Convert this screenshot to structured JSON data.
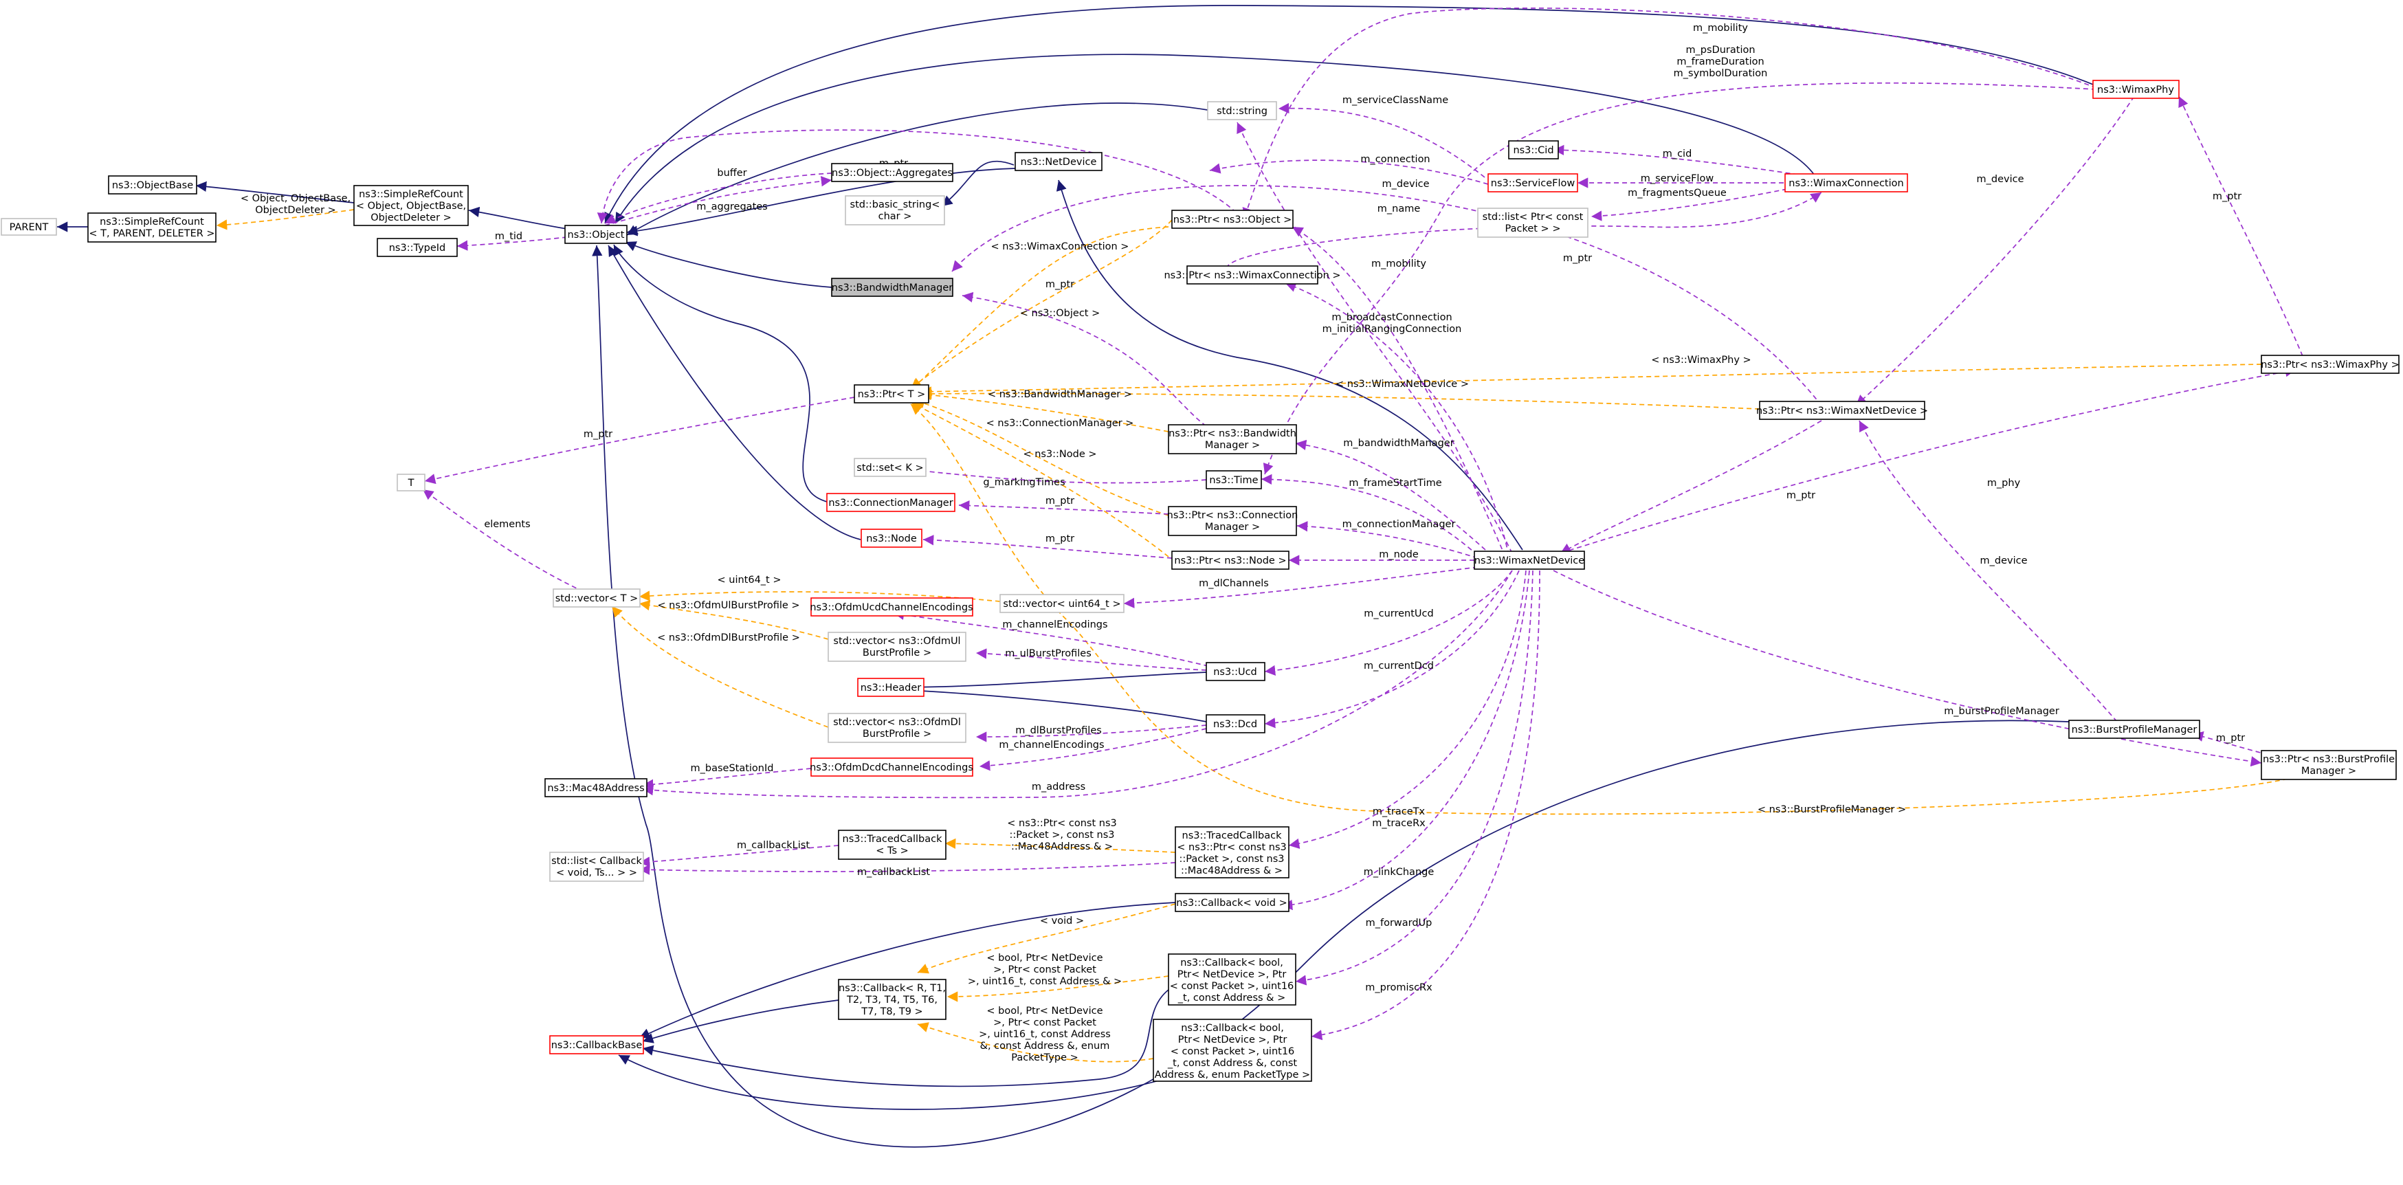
{
  "diagram": {
    "nodes": {
      "parent": "PARENT",
      "objectbase": "ns3::ObjectBase",
      "srctpl": [
        "ns3::SimpleRefCount",
        "< T, PARENT, DELETER >"
      ],
      "srcobj": [
        "ns3::SimpleRefCount",
        "< Object, ObjectBase,",
        "ObjectDeleter >"
      ],
      "object": "ns3::Object",
      "typeid": "ns3::TypeId",
      "aggregates": "ns3::Object::Aggregates",
      "basicstring": [
        "std::basic_string<",
        "char >"
      ],
      "netdevice": "ns3::NetDevice",
      "bwmanager": "ns3::BandwidthManager",
      "ptrT": "ns3::Ptr< T >",
      "T": "T",
      "setK": "std::set< K >",
      "connmanager": "ns3::ConnectionManager",
      "node": "ns3::Node",
      "vectorT": "std::vector< T >",
      "ofdmucd": "ns3::OfdmUcdChannelEncodings",
      "vecul": [
        "std::vector< ns3::OfdmUl",
        "BurstProfile >"
      ],
      "header": "ns3::Header",
      "vecdl": [
        "std::vector< ns3::OfdmDl",
        "BurstProfile >"
      ],
      "ofdmdcd": "ns3::OfdmDcdChannelEncodings",
      "mac48": "ns3::Mac48Address",
      "tracedcb": [
        "ns3::TracedCallback",
        "< Ts >"
      ],
      "listcb": [
        "std::list< Callback",
        "< void, Ts... > >"
      ],
      "callbackgen": [
        "ns3::Callback< R, T1,",
        "T2, T3, T4, T5, T6,",
        "T7, T8, T9 >"
      ],
      "callbackbase": "ns3::CallbackBase",
      "stdstring": "std::string",
      "ptrobject": "ns3::Ptr< ns3::Object >",
      "ptrwimaxconn": "ns3::Ptr< ns3::WimaxConnection >",
      "ptrbw": [
        "ns3::Ptr< ns3::Bandwidth",
        "Manager >"
      ],
      "time": "ns3::Time",
      "ptrconn": [
        "ns3::Ptr< ns3::Connection",
        "Manager >"
      ],
      "ptrnode": "ns3::Ptr< ns3::Node >",
      "vecuint": "std::vector< uint64_t >",
      "ucd": "ns3::Ucd",
      "dcd": "ns3::Dcd",
      "tracedcb2": [
        "ns3::TracedCallback",
        "< ns3::Ptr< const ns3",
        "::Packet >, const ns3",
        "::Mac48Address & >"
      ],
      "cbvoid": "ns3::Callback< void >",
      "cbbool1": [
        "ns3::Callback< bool,",
        "Ptr< NetDevice >, Ptr",
        "< const Packet >, uint16",
        "_t, const Address & >"
      ],
      "cbbool2": [
        "ns3::Callback< bool,",
        "Ptr< NetDevice >, Ptr",
        "< const Packet >, uint16",
        "_t, const Address &, const",
        "Address &, enum PacketType >"
      ],
      "wimaxnetdevice": "ns3::WimaxNetDevice",
      "cid": "ns3::Cid",
      "serviceflow": "ns3::ServiceFlow",
      "wimaxconn": "ns3::WimaxConnection",
      "listfrag": [
        "std::list< Ptr< const",
        "Packet > >"
      ],
      "ptrwnd": "ns3::Ptr< ns3::WimaxNetDevice >",
      "wimaxphy": "ns3::WimaxPhy",
      "ptrphy": "ns3::Ptr< ns3::WimaxPhy >",
      "burstpm": "ns3::BurstProfileManager",
      "ptrbpm": [
        "ns3::Ptr< ns3::BurstProfile",
        "Manager >"
      ]
    },
    "edge_labels": {
      "srcobj_tpl": [
        "< Object, ObjectBase,",
        "ObjectDeleter >"
      ],
      "m_tid": "m_tid",
      "buffer": "buffer",
      "m_aggregates": "m_aggregates",
      "m_ptr_top": "m_ptr",
      "m_ptr_T": "m_ptr",
      "elements": "elements",
      "tpl_wimaxconn": "< ns3::WimaxConnection >",
      "tpl_object": "< ns3::Object >",
      "m_ptr_bw": "m_ptr",
      "tpl_bw": "< ns3::BandwidthManager >",
      "tpl_connmgr": "< ns3::ConnectionManager >",
      "tpl_node": "< ns3::Node >",
      "g_markingTimes": "g_markingTimes",
      "m_ptr_conn": "m_ptr",
      "m_ptr_node": "m_ptr",
      "tpl_uint": "< uint64_t >",
      "tpl_ul": "< ns3::OfdmUlBurstProfile >",
      "tpl_dl": "< ns3::OfdmDlBurstProfile >",
      "m_channelEncodings_ucd": "m_channelEncodings",
      "m_ulBurstProfiles": "m_ulBurstProfiles",
      "m_dlBurstProfiles": "m_dlBurstProfiles",
      "m_channelEncodings_dcd": "m_channelEncodings",
      "m_baseStationId": "m_baseStationId",
      "m_address": "m_address",
      "m_callbackList1": "m_callbackList",
      "m_callbackList2": "m_callbackList",
      "tpl_traced": [
        "< ns3::Ptr< const ns3",
        "::Packet >, const ns3",
        "::Mac48Address & >"
      ],
      "tpl_void": "< void >",
      "tpl_cb1": [
        "< bool, Ptr< NetDevice",
        ">, Ptr< const Packet",
        ">, uint16_t, const Address & >"
      ],
      "tpl_cb2": [
        "< bool, Ptr< NetDevice",
        ">, Ptr< const Packet",
        ">, uint16_t, const Address",
        "&, const Address &, enum",
        "PacketType >"
      ],
      "m_mobility_top": "m_mobility",
      "phy_durations": [
        "m_psDuration",
        "m_frameDuration",
        "m_symbolDuration"
      ],
      "m_serviceClassName": "m_serviceClassName",
      "m_connection": "m_connection",
      "m_device_left": "m_device",
      "m_name": "m_name",
      "m_cid": "m_cid",
      "m_serviceFlow": "m_serviceFlow",
      "m_fragmentsQueue": "m_fragmentsQueue",
      "m_ptr_wnd": "m_ptr",
      "m_mobility_wnd": "m_mobility",
      "m_broadcast": [
        "m_broadcastConnection",
        "m_initialRangingConnection"
      ],
      "tpl_wimaxnetdevice": "< ns3::WimaxNetDevice >",
      "tpl_wimaxphy": "< ns3::WimaxPhy >",
      "m_bandwidthManager": "m_bandwidthManager",
      "m_frameStartTime": "m_frameStartTime",
      "m_connectionManager": "m_connectionManager",
      "m_node": "m_node",
      "m_dlChannels": "m_dlChannels",
      "m_currentUcd": "m_currentUcd",
      "m_currentDcd": "m_currentDcd",
      "m_traceTxRx": [
        "m_traceTx",
        "m_traceRx"
      ],
      "m_linkChange": "m_linkChange",
      "m_forwardUp": "m_forwardUp",
      "m_promiscRx": "m_promiscRx",
      "m_ptr_wnd2": "m_ptr",
      "m_phy": "m_phy",
      "m_device_phy": "m_device",
      "m_ptr_phy": "m_ptr",
      "m_device_bpm": "m_device",
      "m_burstProfileManager": "m_burstProfileManager",
      "m_ptr_bpm": "m_ptr",
      "tpl_bpm": "< ns3::BurstProfileManager >"
    }
  }
}
